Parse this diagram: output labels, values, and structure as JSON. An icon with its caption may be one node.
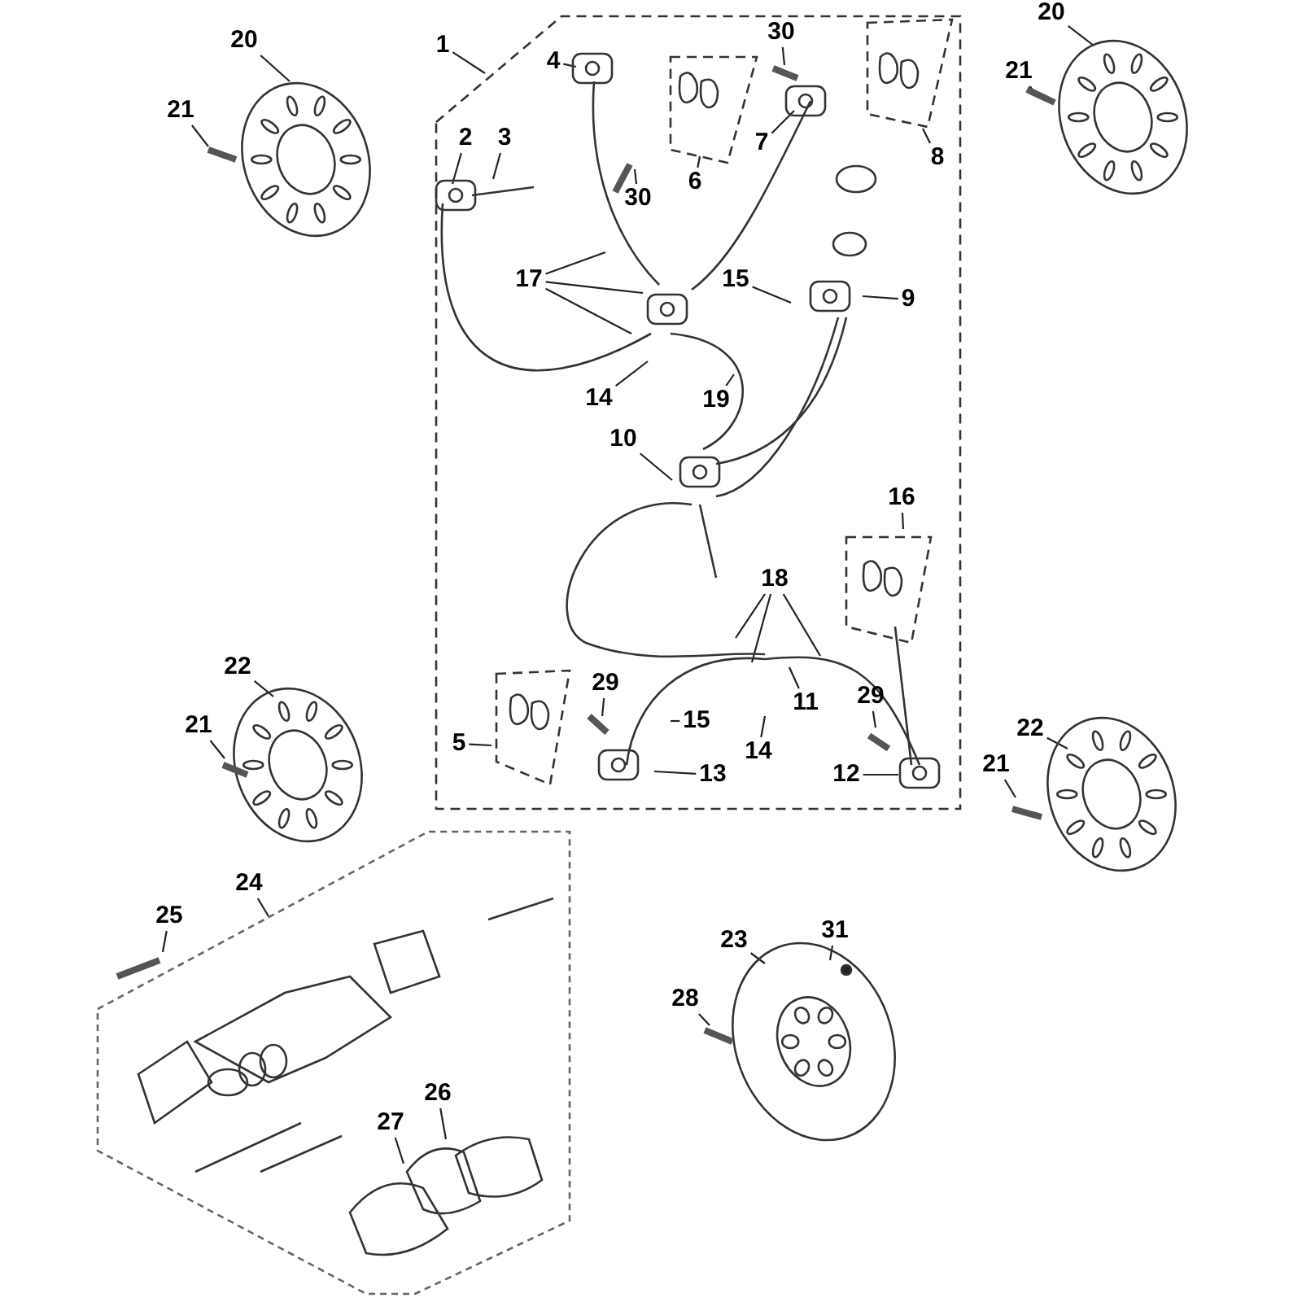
{
  "diagram": {
    "nodes": [
      {
        "text": [
          "1"
        ]
      },
      {
        "text": [
          "2"
        ],
        "in": 40
      },
      {
        "text": [
          "3"
        ],
        "in": 40
      },
      {
        "text": [
          "4"
        ],
        "in": 40
      },
      {
        "text": [
          "30"
        ],
        "in": 40
      },
      {
        "text": [
          "30"
        ],
        "in": 40
      },
      {
        "text": [
          "6"
        ],
        "in": 40
      },
      {
        "text": [
          "7"
        ],
        "in": 40
      },
      {
        "text": [
          "8"
        ],
        "in": 40
      },
      {
        "text": [
          "9"
        ],
        "in": 40
      },
      {
        "text": [
          "15"
        ],
        "in": 40
      },
      {
        "text": [
          "17"
        ],
        "in": 40
      },
      {
        "text": [
          "14"
        ],
        "in": 40
      },
      {
        "text": [
          "19"
        ],
        "in": 40
      },
      {
        "text": [
          "10"
        ],
        "in": 40
      },
      {
        "text": [
          "16"
        ],
        "in": 40
      },
      {
        "text": [
          "18"
        ],
        "in": 40
      },
      {
        "text": [
          "5"
        ],
        "in": 40
      },
      {
        "text": [
          "29"
        ],
        "in": 40
      },
      {
        "text": [
          "15"
        ],
        "in": 40
      },
      {
        "text": [
          "14"
        ],
        "in": 40
      },
      {
        "text": [
          "11"
        ],
        "in": 40
      },
      {
        "text": [
          "13"
        ],
        "in": 40
      },
      {
        "text": [
          "29"
        ],
        "in": 40
      },
      {
        "text": [
          "12"
        ],
        "in": 40
      },
      {
        "text": [
          "20"
        ]
      },
      {
        "text": [
          "21"
        ]
      },
      {
        "text": [
          "20"
        ]
      },
      {
        "text": [
          "21"
        ]
      },
      {
        "text": [
          "22"
        ]
      },
      {
        "text": [
          "21"
        ]
      },
      {
        "text": [
          "22"
        ]
      },
      {
        "text": [
          "21"
        ]
      },
      {
        "text": [
          "24"
        ]
      },
      {
        "text": [
          "25"
        ]
      },
      {
        "text": [
          "23"
        ]
      },
      {
        "text": [
          "31"
        ]
      },
      {
        "text": [
          "28"
        ]
      },
      {
        "text": [
          "27"
        ],
        "in": 46
      },
      {
        "text": [
          "26"
        ],
        "in": 46
      },
      {
        "text": [],
        "shape": "picture"
      },
      {
        "text": [],
        "shape": "picture"
      },
      {
        "text": [],
        "shape": "picture"
      },
      {
        "text": [],
        "shape": "picture"
      },
      {
        "text": [],
        "shape": "picture"
      },
      {
        "text": [],
        "shape": "picture"
      },
      {
        "text": [],
        "shape": "picture"
      }
    ],
    "edges": [
      {
        "from": 0,
        "to": 40,
        "arrow": "none"
      },
      {
        "from": 1,
        "to": 40,
        "arrow": "none"
      },
      {
        "from": 2,
        "to": 40,
        "arrow": "none"
      },
      {
        "from": 3,
        "to": 40,
        "arrow": "none"
      },
      {
        "from": 4,
        "to": 40,
        "arrow": "none"
      },
      {
        "from": 5,
        "to": 40,
        "arrow": "none"
      },
      {
        "from": 6,
        "to": 40,
        "arrow": "none"
      },
      {
        "from": 7,
        "to": 40,
        "arrow": "none"
      },
      {
        "from": 8,
        "to": 40,
        "arrow": "none"
      },
      {
        "from": 9,
        "to": 40,
        "arrow": "none"
      },
      {
        "from": 10,
        "to": 40,
        "arrow": "none"
      },
      {
        "from": 11,
        "to": 40,
        "arrow": "none"
      },
      {
        "from": 11,
        "to": 40,
        "arrow": "none"
      },
      {
        "from": 11,
        "to": 40,
        "arrow": "none"
      },
      {
        "from": 12,
        "to": 40,
        "arrow": "none"
      },
      {
        "from": 13,
        "to": 40,
        "arrow": "none"
      },
      {
        "from": 14,
        "to": 40,
        "arrow": "none"
      },
      {
        "from": 15,
        "to": 40,
        "arrow": "none"
      },
      {
        "from": 16,
        "to": 40,
        "arrow": "none"
      },
      {
        "from": 16,
        "to": 40,
        "arrow": "none"
      },
      {
        "from": 16,
        "to": 40,
        "arrow": "none"
      },
      {
        "from": 17,
        "to": 40,
        "arrow": "none"
      },
      {
        "from": 18,
        "to": 40,
        "arrow": "none"
      },
      {
        "from": 19,
        "to": 40,
        "arrow": "none"
      },
      {
        "from": 20,
        "to": 40,
        "arrow": "none"
      },
      {
        "from": 21,
        "to": 40,
        "arrow": "none"
      },
      {
        "from": 22,
        "to": 40,
        "arrow": "none"
      },
      {
        "from": 23,
        "to": 40,
        "arrow": "none"
      },
      {
        "from": 24,
        "to": 40,
        "arrow": "none"
      },
      {
        "from": 25,
        "to": 41,
        "arrow": "none"
      },
      {
        "from": 26,
        "to": 41,
        "arrow": "none"
      },
      {
        "from": 27,
        "to": 42,
        "arrow": "none"
      },
      {
        "from": 28,
        "to": 42,
        "arrow": "none"
      },
      {
        "from": 29,
        "to": 43,
        "arrow": "none"
      },
      {
        "from": 30,
        "to": 43,
        "arrow": "none"
      },
      {
        "from": 31,
        "to": 44,
        "arrow": "none"
      },
      {
        "from": 32,
        "to": 44,
        "arrow": "none"
      },
      {
        "from": 33,
        "to": 46,
        "arrow": "none"
      },
      {
        "from": 34,
        "to": 46,
        "arrow": "none"
      },
      {
        "from": 35,
        "to": 45,
        "arrow": "none"
      },
      {
        "from": 36,
        "to": 45,
        "arrow": "none"
      },
      {
        "from": 37,
        "to": 45,
        "arrow": "none"
      },
      {
        "from": 38,
        "to": 46,
        "arrow": "none"
      },
      {
        "from": 39,
        "to": 46,
        "arrow": "none"
      }
    ]
  }
}
